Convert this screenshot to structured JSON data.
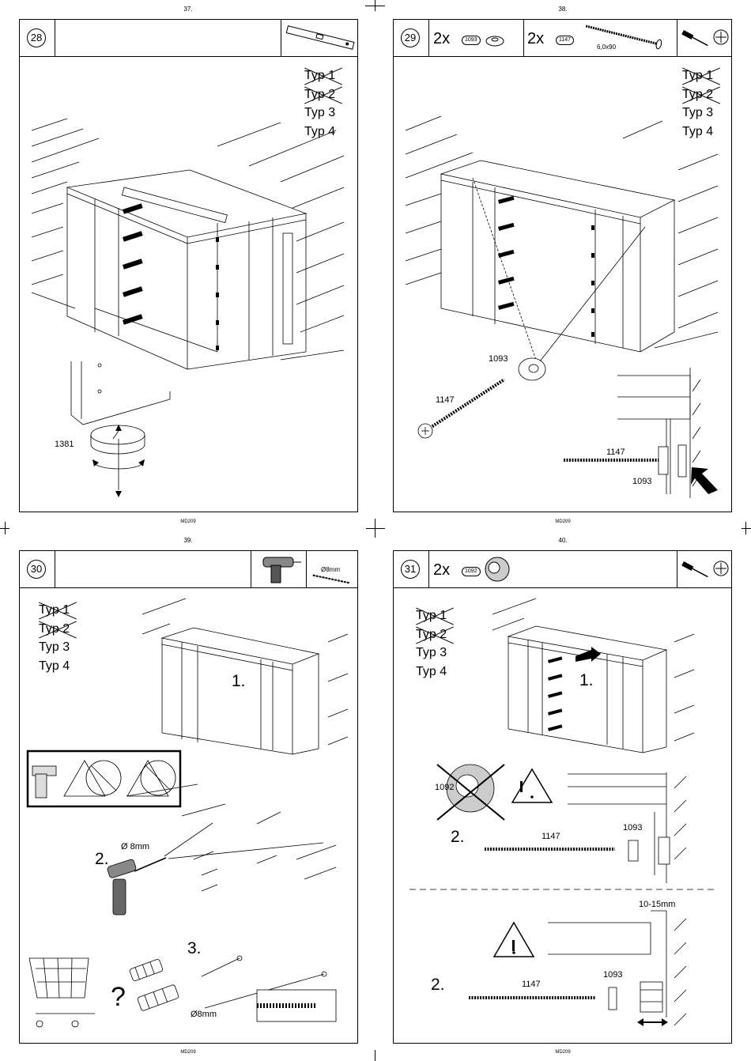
{
  "pages": [
    {
      "page_number": "37.",
      "step": "28",
      "footer": "MD209",
      "types": [
        "Typ 1",
        "Typ 2",
        "Typ 3",
        "Typ 4"
      ],
      "crossed": [
        true,
        true,
        false,
        false
      ],
      "labels": {
        "foot_part": "1381"
      },
      "icons": [
        "spirit-level-icon"
      ]
    },
    {
      "page_number": "38.",
      "step": "29",
      "footer": "MD209",
      "types": [
        "Typ 1",
        "Typ 2",
        "Typ 3",
        "Typ 4"
      ],
      "crossed": [
        true,
        true,
        false,
        false
      ],
      "parts": [
        {
          "qty": "2x",
          "code": "1093"
        },
        {
          "qty": "2x",
          "code": "1147",
          "size": "6,0x90"
        }
      ],
      "labels": {
        "washer": "1093",
        "screw": "1147",
        "detail_screw": "1147",
        "detail_washer": "1093"
      },
      "icons": [
        "screwdriver-icon",
        "phillips-bit-icon"
      ]
    },
    {
      "page_number": "39.",
      "step": "30",
      "footer": "MD209",
      "types": [
        "Typ 1",
        "Typ 2",
        "Typ 3",
        "Typ 4"
      ],
      "crossed": [
        true,
        true,
        false,
        false
      ],
      "labels": {
        "drill_size_header": "Ø8mm",
        "step1": "1.",
        "step2": "2.",
        "drill_size": "Ø 8mm",
        "step3": "3.",
        "question": "?",
        "dowel_size": "Ø8mm"
      },
      "icons": [
        "drill-icon",
        "drill-bit-icon",
        "no-electric-warning-icon",
        "no-pipe-warning-icon",
        "shopping-cart-icon"
      ]
    },
    {
      "page_number": "40.",
      "step": "31",
      "footer": "MD209",
      "types": [
        "Typ 1",
        "Typ 2",
        "Typ 3",
        "Typ 4"
      ],
      "crossed": [
        true,
        true,
        false,
        false
      ],
      "parts": [
        {
          "qty": "2x",
          "code": "1092"
        }
      ],
      "labels": {
        "step1": "1.",
        "part_crossed": "1092",
        "step2a": "2.",
        "screw_a": "1147",
        "washer_a": "1093",
        "gap": "10-15mm",
        "step2b": "2.",
        "screw_b": "1147",
        "washer_b": "1093"
      },
      "icons": [
        "screwdriver-icon",
        "phillips-bit-icon",
        "warning-icon"
      ]
    }
  ]
}
